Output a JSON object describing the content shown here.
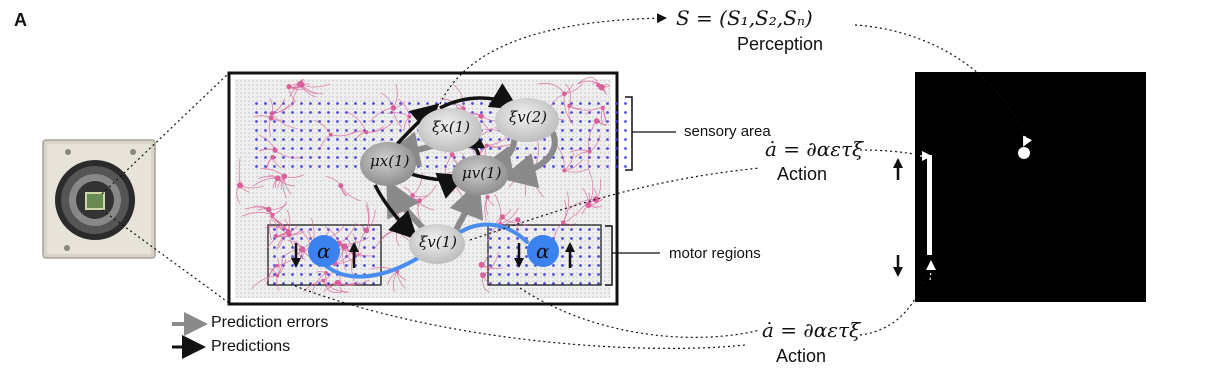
{
  "panel_label": "A",
  "perception": {
    "formula": "S = (S₁,S₂,Sₙ)",
    "label": "Perception"
  },
  "labels": {
    "sensory_area": "sensory area",
    "motor_regions": "motor regions"
  },
  "action_top": {
    "formula": "ȧ = ∂αετξ",
    "label": "Action"
  },
  "action_bottom": {
    "formula": "ȧ = ∂αετξ",
    "label": "Action"
  },
  "nodes": {
    "xi_x1": "ξx(1)",
    "xi_v2": "ξv(2)",
    "mu_x1": "μx(1)",
    "mu_v1": "μv(1)",
    "xi_v1": "ξv(1)",
    "alpha_left": "α",
    "alpha_right": "α"
  },
  "legend": {
    "prediction_errors": "Prediction errors",
    "predictions": "Predictions"
  },
  "colors": {
    "neuron": "#d9609a",
    "electrode_dot": "#3a3ae0",
    "prediction_error_arrow": "#8a8a8a",
    "prediction_arrow": "#111111",
    "motor_link": "#4a8df0",
    "alpha_node": "#3b82f0",
    "game_background": "#000000"
  }
}
